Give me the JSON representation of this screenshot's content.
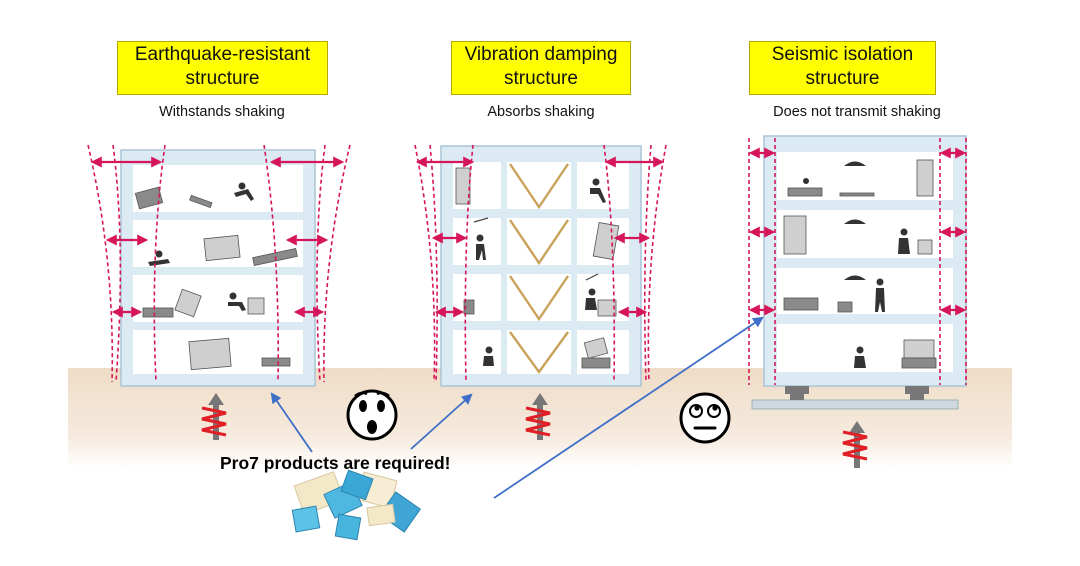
{
  "structures": [
    {
      "title_line1": "Earthquake-resistant",
      "title_line2": "structure",
      "subtitle": "Withstands shaking"
    },
    {
      "title_line1": "Vibration damping",
      "title_line2": "structure",
      "subtitle": "Absorbs shaking"
    },
    {
      "title_line1": "Seismic isolation",
      "title_line2": "structure",
      "subtitle": "Does not transmit shaking"
    }
  ],
  "callout": "Pro7 products are required!",
  "faces": [
    "surprised-face-icon",
    "rolling-eyes-face-icon"
  ],
  "colors": {
    "title_bg": "#ffff00",
    "building": "#dbeaf3",
    "ground": "#efdcc6",
    "arrow_red": "#d6165a",
    "pointer_blue": "#3f6fc8",
    "glass_blue": "#3fb4e0"
  }
}
